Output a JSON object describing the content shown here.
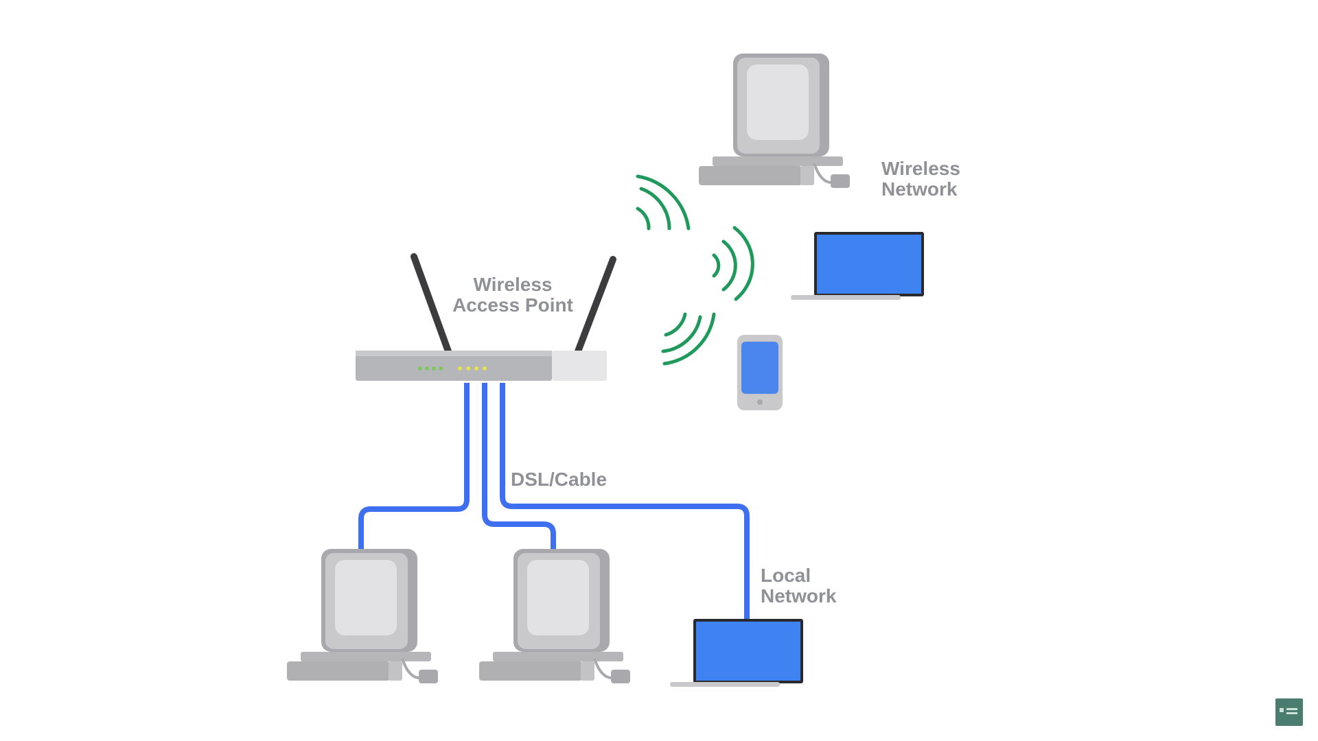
{
  "labels": {
    "wireless_access_point": [
      "Wireless",
      "Access Point"
    ],
    "wireless_network": [
      "Wireless",
      "Network"
    ],
    "dsl_cable": "DSL/Cable",
    "local_network": [
      "Local",
      "Network"
    ]
  },
  "colors": {
    "cable": "#3d6ff0",
    "signal": "#1f9a5c",
    "screen": "#3f83f2",
    "device_gray": "#c9c9cc",
    "device_dark": "#a9a9ad",
    "label_gray": "#8f9196",
    "antenna": "#3c3c3e"
  },
  "icons": {
    "router": "wireless-router-icon",
    "desktop": "desktop-computer-icon",
    "laptop": "laptop-icon",
    "phone": "smartphone-icon",
    "signal": "wifi-signal-icon"
  }
}
